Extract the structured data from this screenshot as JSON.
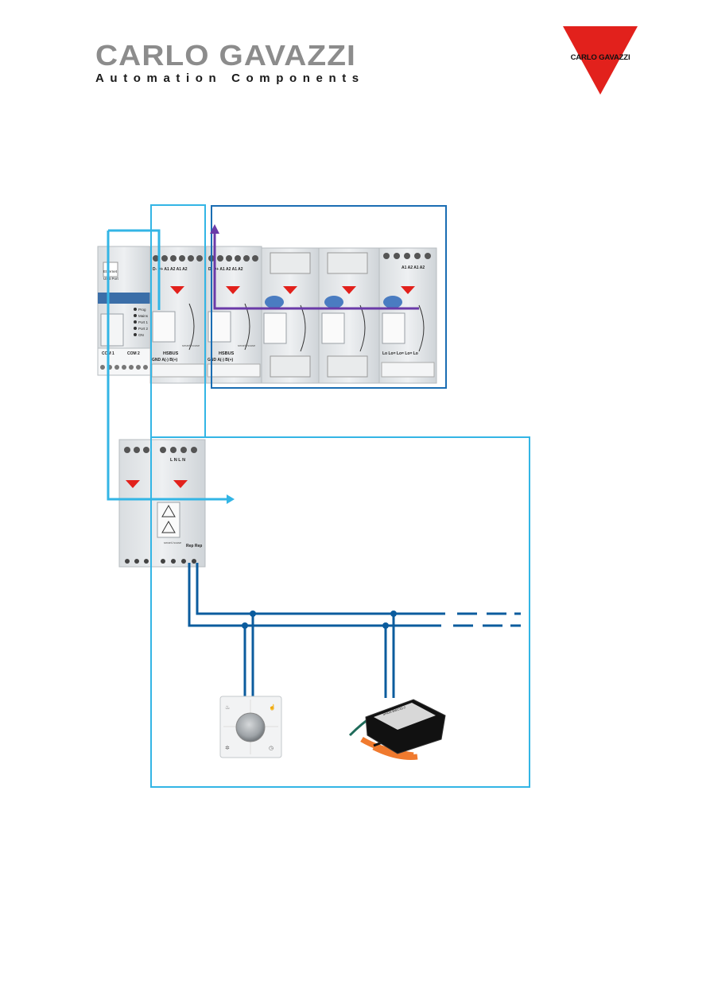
{
  "header": {
    "brand_name": "CARLO GAVAZZI",
    "brand_subtitle": "Automation Components",
    "logo_text": "CARLO GAVAZZI"
  },
  "modules": {
    "gateway": {
      "com1": "COM 1",
      "com2": "COM 2",
      "port_lines": [
        "Prog",
        "Mains",
        "Port 1",
        "Port 2",
        "ON"
      ],
      "ports_left": [
        "Ethernet",
        "USB Port"
      ]
    },
    "hsbus_a": {
      "label": "HSBUS",
      "terminals": "GND A(-) B(+)",
      "top": "D- D+ A1 A2 A1 A2"
    },
    "hsbus_b": {
      "label": "HSBUS",
      "terminals": "GND A(-) B(+)",
      "top": "D- D+ A1 A2 A1 A2"
    },
    "relay_4": {
      "bottom": "Lo  Lo= Lo= Lo= Lo",
      "top": "A1 A2 A1 A2"
    },
    "bottom_module": {
      "top_terminals": "L  N  L  N",
      "bottom_terminals": "Rep  Rep",
      "brand": "smart-house"
    },
    "brand_small": "smart-house"
  },
  "devices": {
    "sensor_label": "SHDA-BWC33-2"
  },
  "colors": {
    "cyan": "#33b5e5",
    "blue_bus": "#1a6db3",
    "dark_blue": "#0b5c9e",
    "purple": "#6a3aa8",
    "logo_red": "#e2211c"
  }
}
